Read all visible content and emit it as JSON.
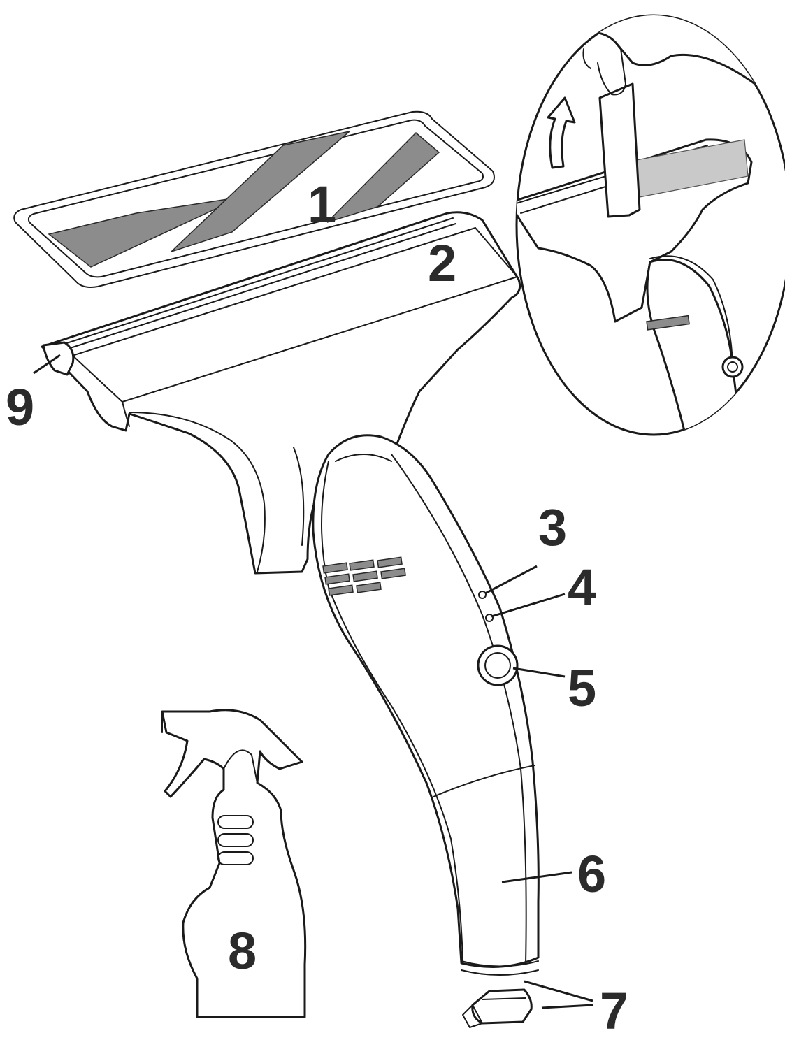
{
  "labels": {
    "pad": "1",
    "squeegee_head": "2",
    "indicator_light_1": "3",
    "indicator_light_2": "4",
    "power_button": "5",
    "handle_tank": "6",
    "drain_plug": "7",
    "spray_bottle": "8",
    "head_release": "9"
  },
  "colors": {
    "line": "#1a1a1a",
    "stripe_dark": "#8c8c8c",
    "stripe_light": "#c9c9c9",
    "label_text": "#2b2b2b",
    "background": "#ffffff"
  },
  "icons": {
    "inset_arrow": "curved-up-arrow-icon",
    "hand": "hand-icon"
  }
}
